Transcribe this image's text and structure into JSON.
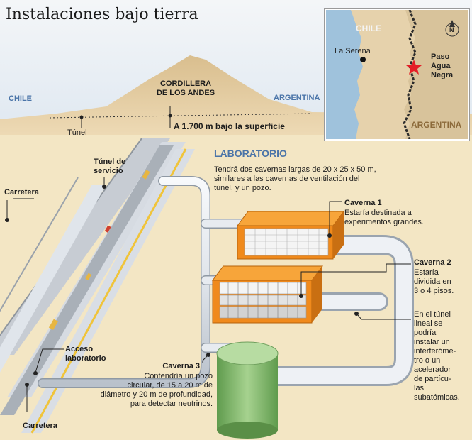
{
  "title": "Instalaciones bajo tierra",
  "cross_section": {
    "chile": "CHILE",
    "argentina": "ARGENTINA",
    "cordillera_line1": "CORDILLERA",
    "cordillera_line2": "DE LOS ANDES",
    "tunel": "Túnel",
    "depth": "A 1.700 m bajo la superficie"
  },
  "map": {
    "chile": "CHILE",
    "argentina": "ARGENTINA",
    "la_serena": "La Serena",
    "paso_line1": "Paso",
    "paso_line2": "Agua",
    "paso_line3": "Negra",
    "north": "N"
  },
  "laboratorio": {
    "title": "LABORATORIO",
    "desc_line1": "Tendrá dos cavernas largas de 20 x 25 x 50 m,",
    "desc_line2": "similares a las cavernas de ventilación del",
    "desc_line3": "túnel, y un pozo."
  },
  "caverna1": {
    "title": "Caverna 1",
    "line1": "Estaría destinada a",
    "line2": "experimentos grandes."
  },
  "caverna2": {
    "title": "Caverna 2",
    "line1": "Estaría",
    "line2": "dividida en",
    "line3": "3 o 4 pisos."
  },
  "tunel_lineal": {
    "line1": "En el túnel",
    "line2": "lineal se",
    "line3": "podría",
    "line4": "instalar un",
    "line5": "interferóme-",
    "line6": "tro o un",
    "line7": "acelerador",
    "line8": "de partícu-",
    "line9": "las",
    "line10": "subatómicas."
  },
  "caverna3": {
    "title": "Caverna 3",
    "line1": "Contendría un pozo",
    "line2": "circular, de 15 a 20 m de",
    "line3": "diámetro y 20 m de profundidad,",
    "line4": "para detectar neutrinos."
  },
  "left_labels": {
    "carretera_top": "Carretera",
    "tunel_servicio_line1": "Túnel de",
    "tunel_servicio_line2": "servicio",
    "acceso_line1": "Acceso",
    "acceso_line2": "laboratorio",
    "carretera_bottom": "Carretera"
  },
  "colors": {
    "sand": "#f3e6c4",
    "mountain": "#e8d2a8",
    "sky": "#e6eef5",
    "tunnel": "#d8dde4",
    "cavern_orange": "#f08a1c",
    "cavern_green": "#8fc27a",
    "star": "#e41e26"
  }
}
